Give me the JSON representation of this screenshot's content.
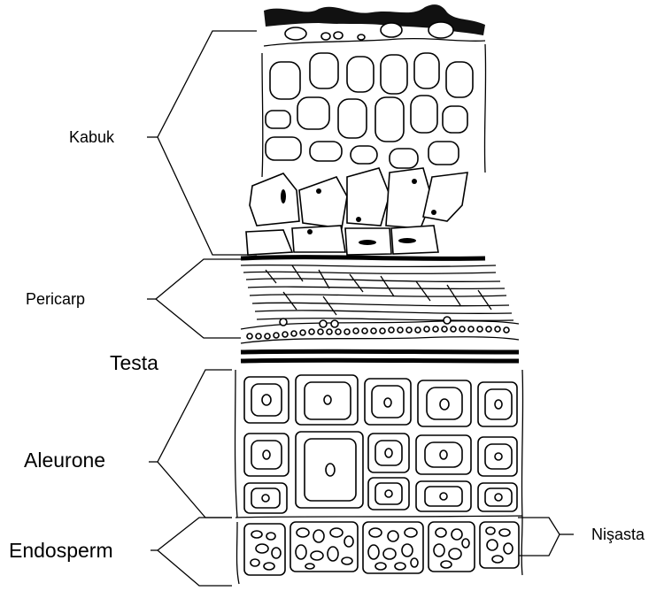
{
  "labels": {
    "kabuk": "Kabuk",
    "pericarp": "Pericarp",
    "testa": "Testa",
    "aleurone": "Aleurone",
    "endosperm": "Endosperm",
    "nisasta": "Nişasta"
  },
  "colors": {
    "ink": "#000000",
    "background": "#ffffff"
  }
}
